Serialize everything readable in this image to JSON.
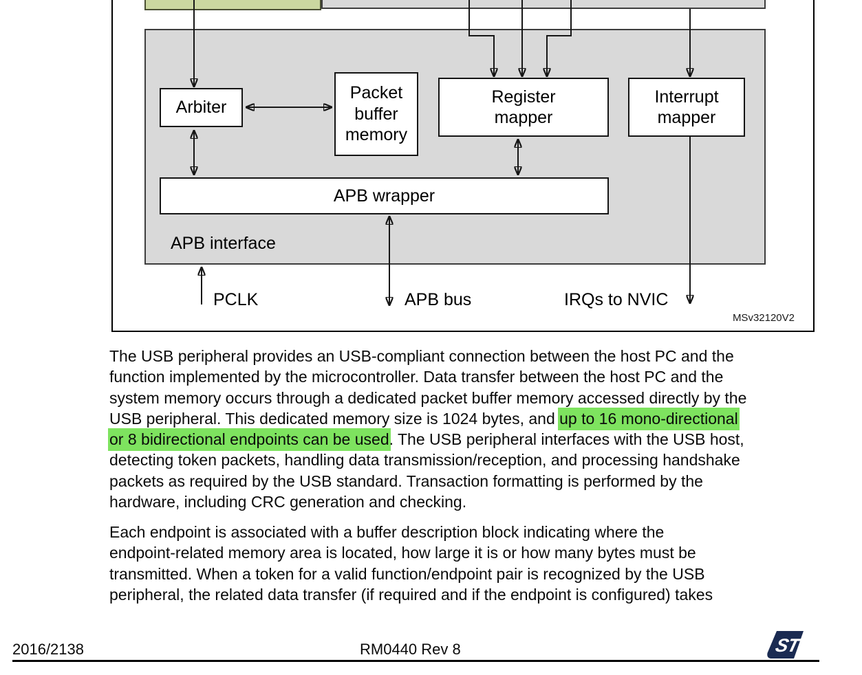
{
  "diagram": {
    "container_label": "APB interface",
    "blocks": {
      "arbiter": "Arbiter",
      "packet_buffer": "Packet\nbuffer\nmemory",
      "register_mapper": "Register\nmapper",
      "interrupt_mapper": "Interrupt\nmapper",
      "apb_wrapper": "APB wrapper"
    },
    "signals": {
      "pclk": "PCLK",
      "apb_bus": "APB bus",
      "irqs": "IRQs to NVIC"
    },
    "watermark": "MSv32120V2"
  },
  "text": {
    "paragraphs": [
      {
        "lines": [
          [
            {
              "t": "The USB peripheral provides an USB-compliant connection between the host PC and the",
              "hl": false
            }
          ],
          [
            {
              "t": "function implemented by the microcontroller. Data transfer between the host PC and the",
              "hl": false
            }
          ],
          [
            {
              "t": "system memory occurs through a dedicated packet buffer memory accessed directly by the",
              "hl": false
            }
          ],
          [
            {
              "t": "USB peripheral. This dedicated memory size is 1024 bytes, and ",
              "hl": false
            },
            {
              "t": "up to 16 mono-directional",
              "hl": true
            }
          ],
          [
            {
              "t": "or 8 bidirectional endpoints can be used",
              "hl": true
            },
            {
              "t": ". The USB peripheral interfaces with the USB host,",
              "hl": false
            }
          ],
          [
            {
              "t": "detecting token packets, handling data transmission/reception, and processing handshake",
              "hl": false
            }
          ],
          [
            {
              "t": "packets as required by the USB standard. Transaction formatting is performed by the",
              "hl": false
            }
          ],
          [
            {
              "t": "hardware, including CRC generation and checking.",
              "hl": false
            }
          ]
        ]
      },
      {
        "lines": [
          [
            {
              "t": "Each endpoint is associated with a buffer description block indicating where the",
              "hl": false
            }
          ],
          [
            {
              "t": "endpoint-related memory area is located, how large it is or how many bytes must be",
              "hl": false
            }
          ],
          [
            {
              "t": "transmitted. When a token for a valid function/endpoint pair is recognized by the USB",
              "hl": false
            }
          ],
          [
            {
              "t": "peripheral, the related data transfer (if required and if the endpoint is configured) takes",
              "hl": false
            }
          ]
        ]
      }
    ]
  },
  "footer": {
    "page_number": "2016/2138",
    "doc_ref": "RM0440 Rev 8",
    "logo_text": "ST"
  },
  "colors": {
    "highlight": "#7ee35f",
    "block_gray": "#d9d9d9",
    "green_fill": "#cbd7a0",
    "logo_navy": "#1a2b52"
  }
}
